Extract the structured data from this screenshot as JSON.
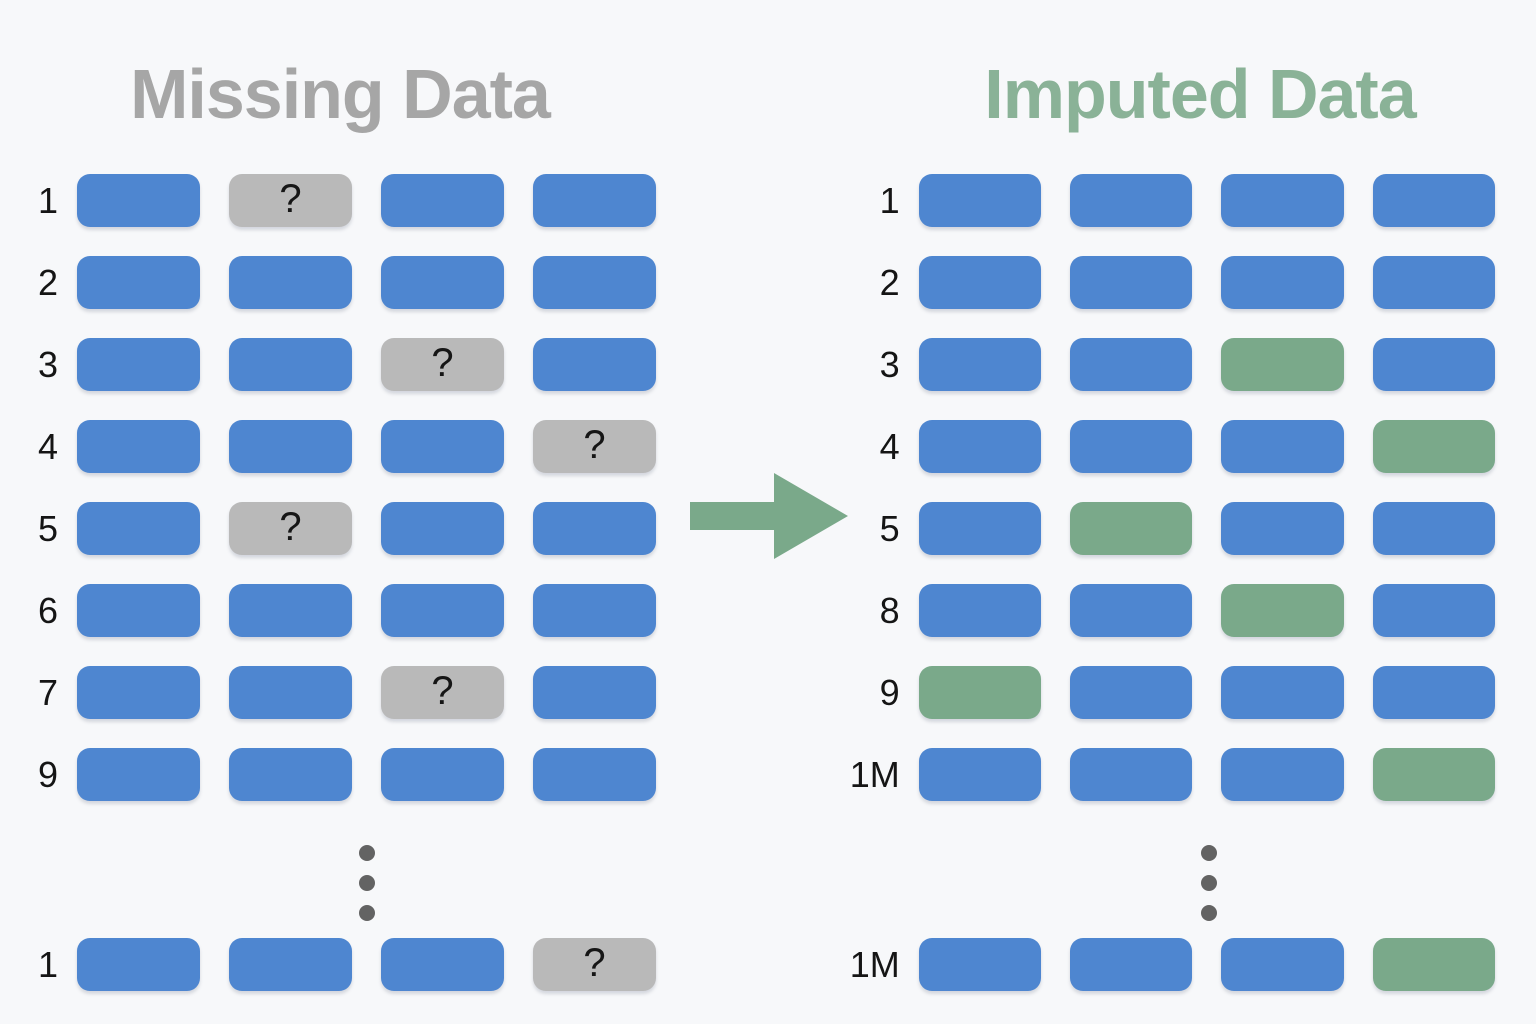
{
  "background": "#f7f8fa",
  "colors": {
    "background": "#f7f8fa",
    "blue": "#4e86d0",
    "green": "#7aa98a",
    "gray": "#b9b9b9",
    "title_gray": "#a6a6a6",
    "title_green": "#8ab297",
    "dots": "#636363",
    "question_mark": "#161616",
    "arrow_green": "#7aa98a"
  },
  "missing_symbol": "?",
  "arrow_icon": "right-arrow",
  "left_panel": {
    "title": "Missing Data",
    "rows": [
      {
        "label": "1",
        "cells": [
          "observed",
          "missing",
          "observed",
          "observed"
        ]
      },
      {
        "label": "2",
        "cells": [
          "observed",
          "observed",
          "observed",
          "observed"
        ]
      },
      {
        "label": "3",
        "cells": [
          "observed",
          "observed",
          "missing",
          "observed"
        ]
      },
      {
        "label": "4",
        "cells": [
          "observed",
          "observed",
          "observed",
          "missing"
        ]
      },
      {
        "label": "5",
        "cells": [
          "observed",
          "missing",
          "observed",
          "observed"
        ]
      },
      {
        "label": "6",
        "cells": [
          "observed",
          "observed",
          "observed",
          "observed"
        ]
      },
      {
        "label": "7",
        "cells": [
          "observed",
          "observed",
          "missing",
          "observed"
        ]
      },
      {
        "label": "9",
        "cells": [
          "observed",
          "observed",
          "observed",
          "observed"
        ]
      }
    ],
    "last_row": {
      "label": "1",
      "cells": [
        "observed",
        "observed",
        "observed",
        "missing"
      ]
    }
  },
  "right_panel": {
    "title": "Imputed Data",
    "rows": [
      {
        "label": "1",
        "cells": [
          "observed",
          "observed",
          "observed",
          "observed"
        ]
      },
      {
        "label": "2",
        "cells": [
          "observed",
          "observed",
          "observed",
          "observed"
        ]
      },
      {
        "label": "3",
        "cells": [
          "observed",
          "observed",
          "imputed",
          "observed"
        ]
      },
      {
        "label": "4",
        "cells": [
          "observed",
          "observed",
          "observed",
          "imputed"
        ]
      },
      {
        "label": "5",
        "cells": [
          "observed",
          "imputed",
          "observed",
          "observed"
        ]
      },
      {
        "label": "8",
        "cells": [
          "observed",
          "observed",
          "imputed",
          "observed"
        ]
      },
      {
        "label": "9",
        "cells": [
          "imputed",
          "observed",
          "observed",
          "observed"
        ]
      },
      {
        "label": "1M",
        "cells": [
          "observed",
          "observed",
          "observed",
          "imputed"
        ]
      }
    ],
    "last_row": {
      "label": "1M",
      "cells": [
        "observed",
        "observed",
        "observed",
        "imputed"
      ]
    }
  }
}
